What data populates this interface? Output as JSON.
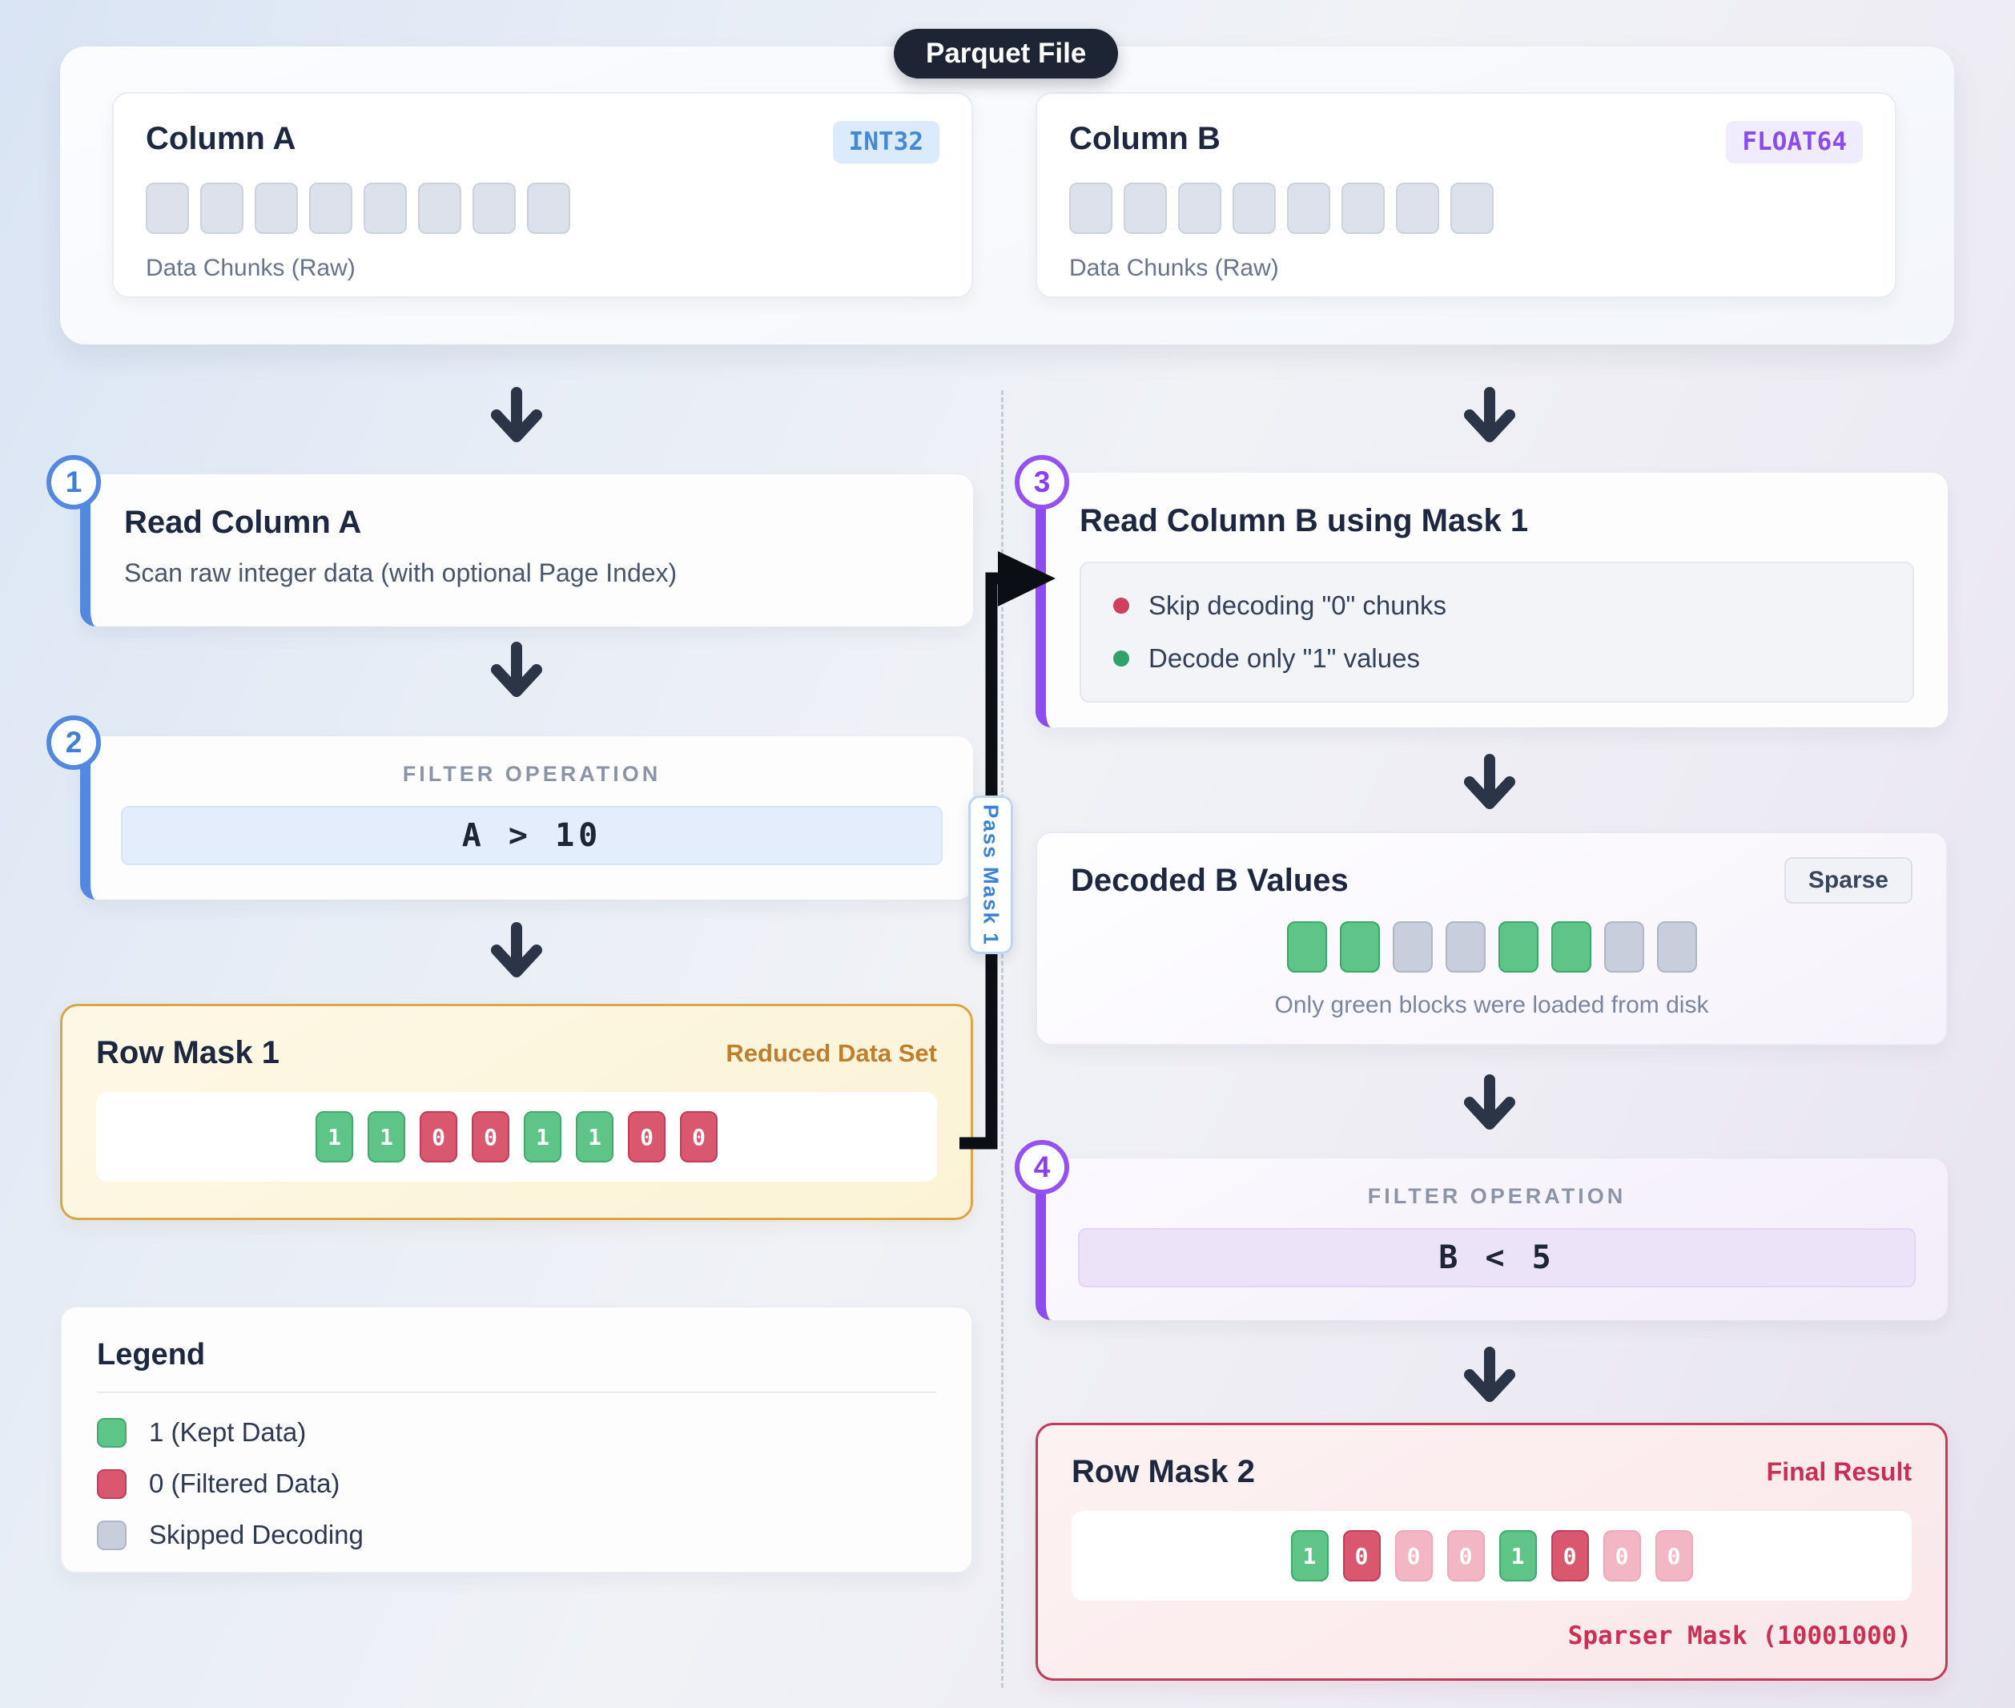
{
  "parquet": {
    "badge": "Parquet File",
    "columns": [
      {
        "title": "Column A",
        "type": "INT32",
        "caption": "Data Chunks (Raw)",
        "chunks": [
          "raw",
          "raw",
          "raw",
          "raw",
          "raw",
          "raw",
          "raw",
          "raw"
        ]
      },
      {
        "title": "Column B",
        "type": "FLOAT64",
        "caption": "Data Chunks (Raw)",
        "chunks": [
          "raw",
          "raw",
          "raw",
          "raw",
          "raw",
          "raw",
          "raw",
          "raw"
        ]
      }
    ]
  },
  "step1": {
    "number": "1",
    "title": "Read Column A",
    "subtitle": "Scan raw integer data (with optional Page Index)"
  },
  "step2": {
    "number": "2",
    "label": "FILTER OPERATION",
    "expression": "A > 10"
  },
  "step3": {
    "number": "3",
    "title": "Read Column B using Mask 1",
    "bullets": [
      {
        "dot": "filtered",
        "text": "Skip decoding \"0\" chunks"
      },
      {
        "dot": "kept",
        "text": "Decode only \"1\" values"
      }
    ]
  },
  "step4": {
    "number": "4",
    "label": "FILTER OPERATION",
    "expression": "B < 5"
  },
  "mask1": {
    "title": "Row Mask 1",
    "tag": "Reduced Data Set",
    "bits": [
      {
        "value": "1",
        "state": "kept"
      },
      {
        "value": "1",
        "state": "kept"
      },
      {
        "value": "0",
        "state": "filtered"
      },
      {
        "value": "0",
        "state": "filtered"
      },
      {
        "value": "1",
        "state": "kept"
      },
      {
        "value": "1",
        "state": "kept"
      },
      {
        "value": "0",
        "state": "filtered"
      },
      {
        "value": "0",
        "state": "filtered"
      }
    ]
  },
  "decoded": {
    "title": "Decoded B Values",
    "badge": "Sparse",
    "caption": "Only green blocks were loaded from disk",
    "blocks": [
      "loaded",
      "loaded",
      "skipped",
      "skipped",
      "loaded",
      "loaded",
      "skipped",
      "skipped"
    ]
  },
  "mask2": {
    "title": "Row Mask 2",
    "tag": "Final Result",
    "footer": "Sparser Mask (10001000)",
    "bits": [
      {
        "value": "1",
        "state": "kept"
      },
      {
        "value": "0",
        "state": "filtered"
      },
      {
        "value": "0",
        "state": "faded"
      },
      {
        "value": "0",
        "state": "faded"
      },
      {
        "value": "1",
        "state": "kept"
      },
      {
        "value": "0",
        "state": "filtered"
      },
      {
        "value": "0",
        "state": "faded"
      },
      {
        "value": "0",
        "state": "faded"
      }
    ]
  },
  "connector": {
    "label": "Pass Mask 1"
  },
  "legend": {
    "title": "Legend",
    "items": [
      {
        "swatch": "kept",
        "label": "1 (Kept Data)"
      },
      {
        "swatch": "filtered",
        "label": "0 (Filtered Data)"
      },
      {
        "swatch": "skipped",
        "label": "Skipped Decoding"
      }
    ]
  },
  "colors": {
    "accent_blue": "#5288df",
    "accent_purple": "#8e4cf0",
    "kept_green": "#5ec487",
    "filtered_red": "#d9586f",
    "faded_pink": "#f2b6c5",
    "skipped_gray": "#c8cedc",
    "mask1_border": "#daa648",
    "mask2_border": "#c23a58",
    "badge_bg": "#1d2434",
    "connector_black": "#0b0e15"
  }
}
